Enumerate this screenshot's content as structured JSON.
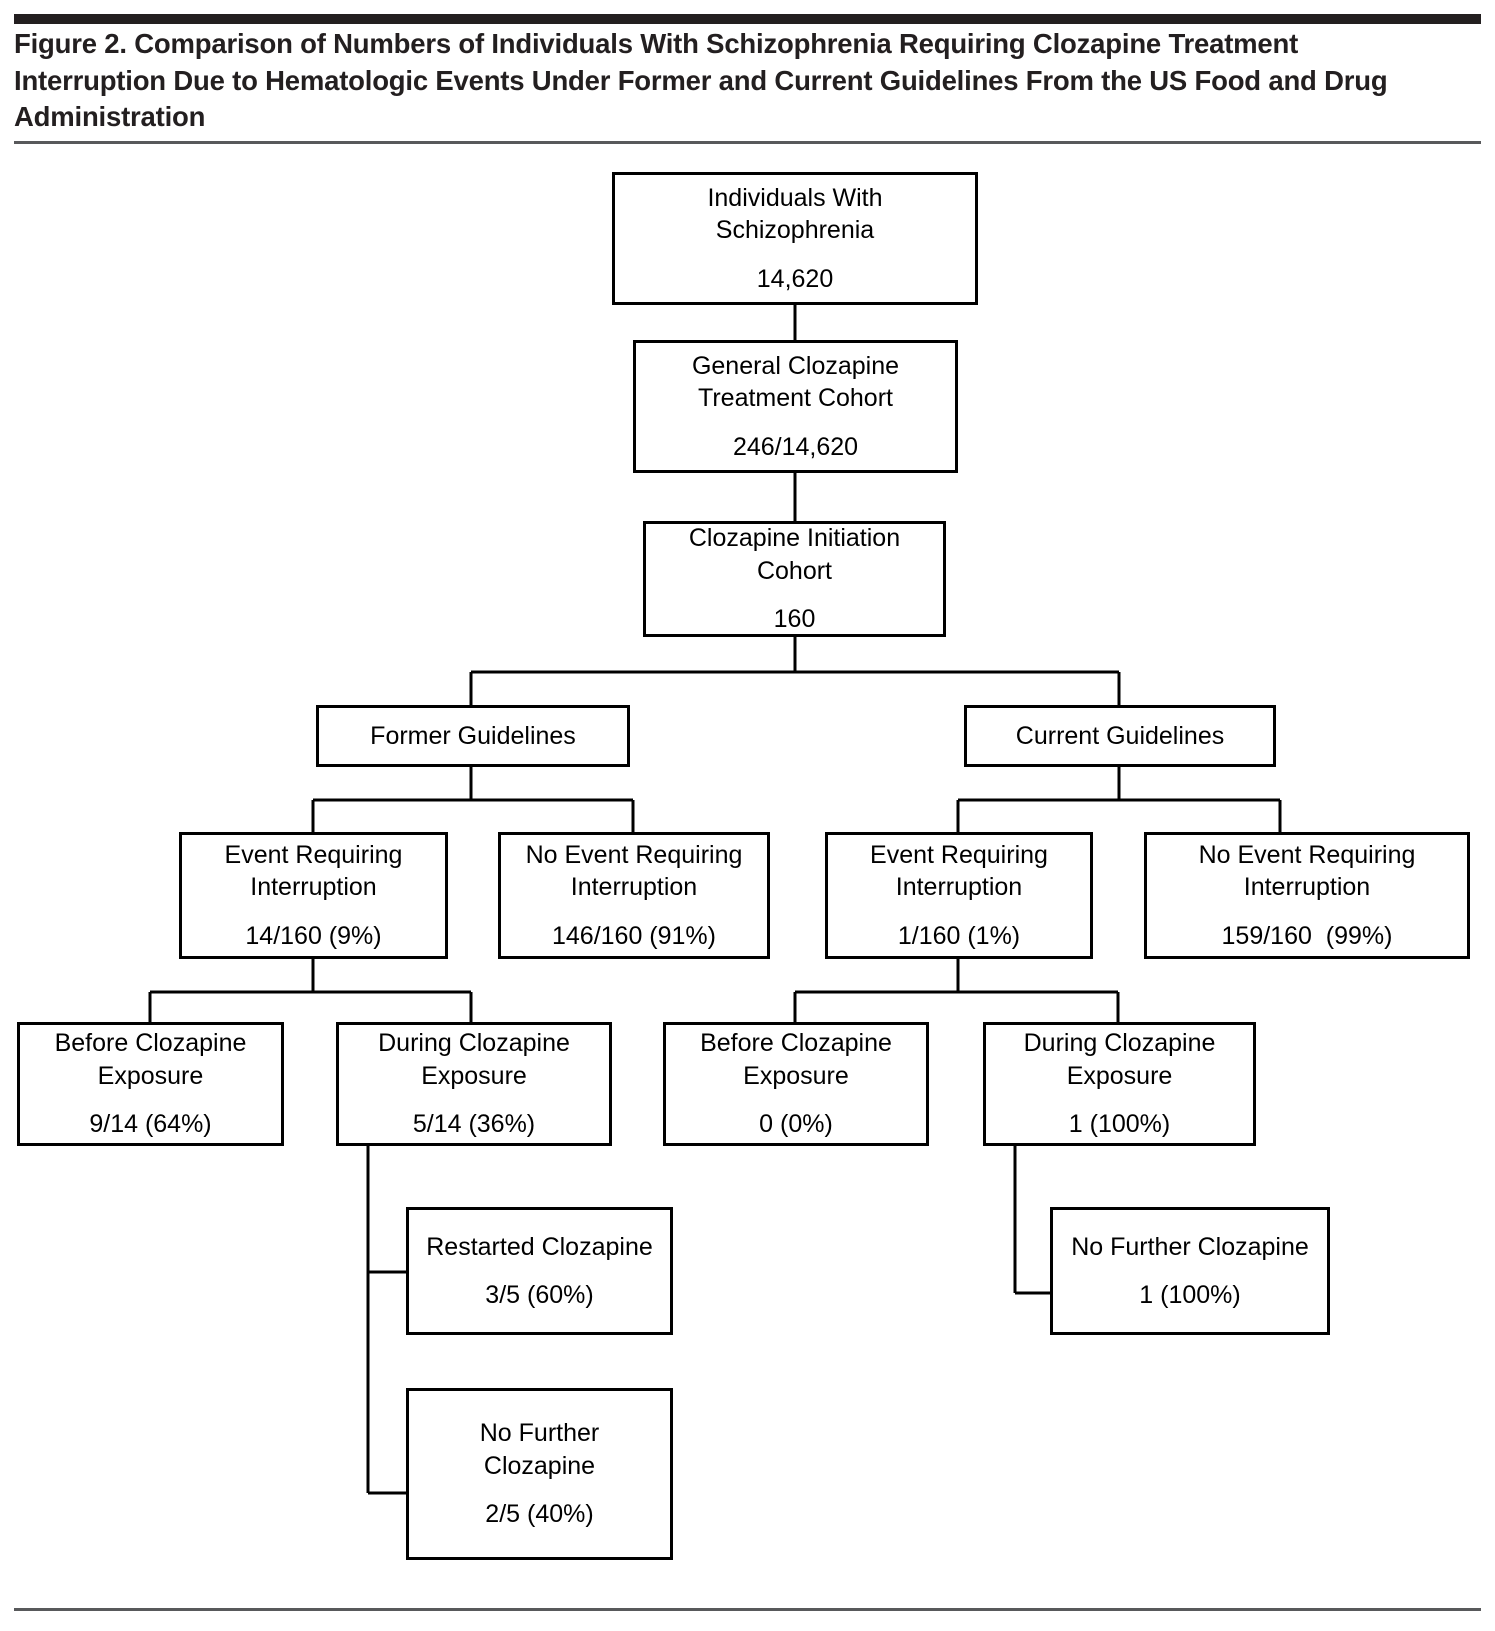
{
  "figure": {
    "title": "Figure 2. Comparison of Numbers of Individuals With Schizophrenia Requiring Clozapine Treatment Interruption Due to Hematologic Events Under Former and Current Guidelines From the US Food and Drug Administration"
  },
  "chart_data": {
    "type": "diagram",
    "title": "Comparison of Numbers of Individuals With Schizophrenia Requiring Clozapine Treatment Interruption Due to Hematologic Events Under Former and Current Guidelines From the US Food and Drug Administration",
    "nodes": [
      {
        "id": "n1",
        "label": "Individuals With\nSchizophrenia",
        "value": "14,620"
      },
      {
        "id": "n2",
        "label": "General Clozapine\nTreatment Cohort",
        "value": "246/14,620"
      },
      {
        "id": "n3",
        "label": "Clozapine Initiation\nCohort",
        "value": "160"
      },
      {
        "id": "n4",
        "label": "Former Guidelines",
        "value": ""
      },
      {
        "id": "n5",
        "label": "Current Guidelines",
        "value": ""
      },
      {
        "id": "n6",
        "label": "Event Requiring\nInterruption",
        "value": "14/160 (9%)"
      },
      {
        "id": "n7",
        "label": "No Event Requiring\nInterruption",
        "value": "146/160 (91%)"
      },
      {
        "id": "n8",
        "label": "Event Requiring\nInterruption",
        "value": "1/160 (1%)"
      },
      {
        "id": "n9",
        "label": "No Event Requiring\nInterruption",
        "value": "159/160  (99%)"
      },
      {
        "id": "n10",
        "label": "Before Clozapine\nExposure",
        "value": "9/14 (64%)"
      },
      {
        "id": "n11",
        "label": "During Clozapine\nExposure",
        "value": "5/14 (36%)"
      },
      {
        "id": "n12",
        "label": "Before Clozapine\nExposure",
        "value": "0 (0%)"
      },
      {
        "id": "n13",
        "label": "During Clozapine\nExposure",
        "value": "1 (100%)"
      },
      {
        "id": "n14",
        "label": "Restarted Clozapine",
        "value": "3/5 (60%)"
      },
      {
        "id": "n15",
        "label": "No Further\nClozapine",
        "value": "2/5 (40%)"
      },
      {
        "id": "n16",
        "label": "No Further Clozapine",
        "value": "1 (100%)"
      }
    ],
    "edges": [
      [
        "n1",
        "n2"
      ],
      [
        "n2",
        "n3"
      ],
      [
        "n3",
        "n4"
      ],
      [
        "n3",
        "n5"
      ],
      [
        "n4",
        "n6"
      ],
      [
        "n4",
        "n7"
      ],
      [
        "n5",
        "n8"
      ],
      [
        "n5",
        "n9"
      ],
      [
        "n6",
        "n10"
      ],
      [
        "n6",
        "n11"
      ],
      [
        "n8",
        "n12"
      ],
      [
        "n8",
        "n13"
      ],
      [
        "n11",
        "n14"
      ],
      [
        "n11",
        "n15"
      ],
      [
        "n13",
        "n16"
      ]
    ]
  }
}
